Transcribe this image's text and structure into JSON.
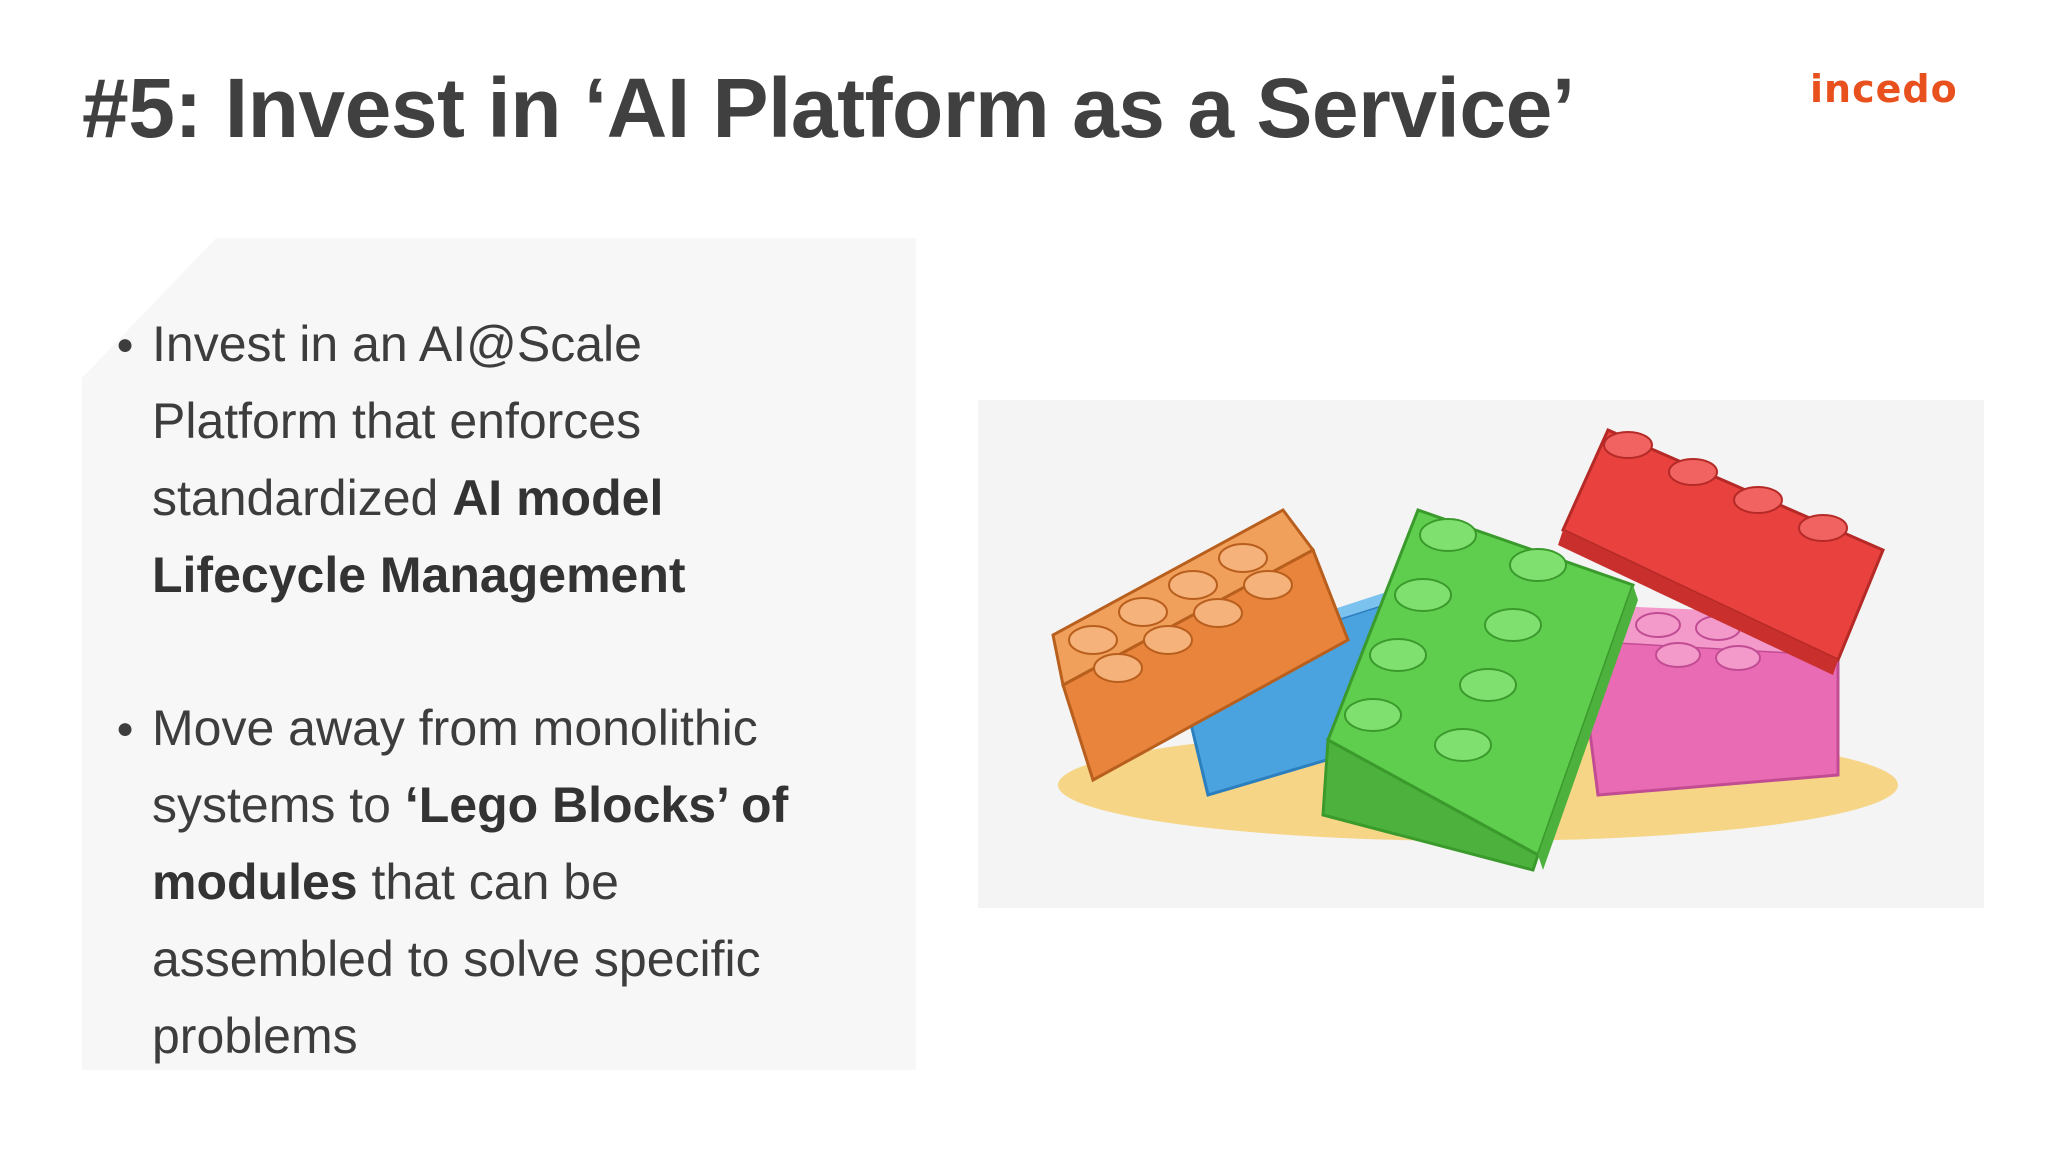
{
  "slide": {
    "title": "#5: Invest in ‘AI Platform as a Service’",
    "logo_text": "incedo",
    "bullets": [
      {
        "normal_1": "Invest in an AI@Scale Platform that enforces standardized ",
        "bold": "AI model Lifecycle Management",
        "normal_2": ""
      },
      {
        "normal_1": "Move away from monolithic systems to ",
        "bold": "‘Lego Blocks’ of modules",
        "normal_2": " that can be assembled to solve specific problems"
      }
    ]
  },
  "image": {
    "name": "lego-blocks-illustration",
    "colors": {
      "orange": "#e8843c",
      "blue": "#4aa3df",
      "green": "#5fcd4e",
      "red": "#e8413e",
      "pink": "#e96bb4",
      "shadow": "#f6d27a",
      "accent": "#e8501e"
    }
  }
}
